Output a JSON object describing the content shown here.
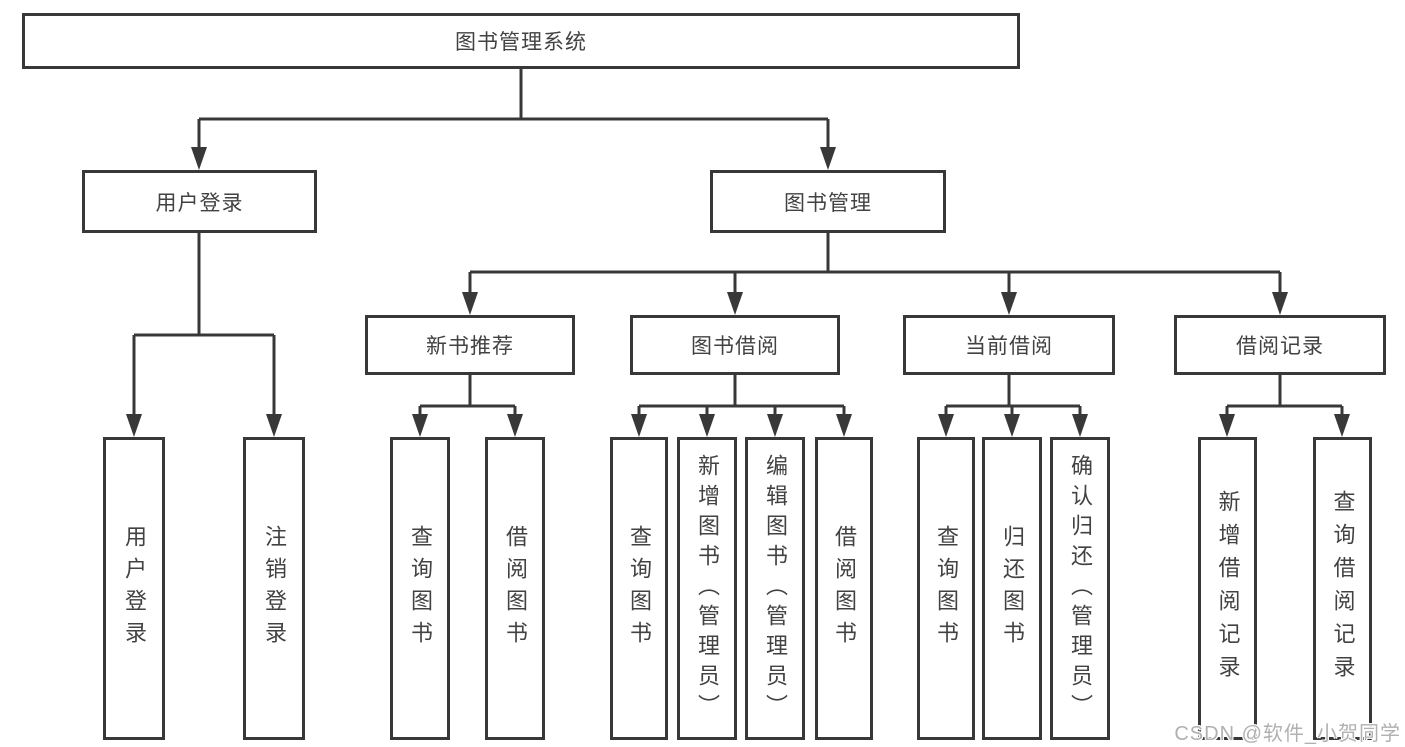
{
  "colors": {
    "line": "#383838",
    "text": "#424242",
    "watermark": "#b0b0b0",
    "background": "#ffffff"
  },
  "tree": {
    "label": "图书管理系统",
    "children": [
      {
        "label": "用户登录",
        "children": [
          {
            "label": "用户登录"
          },
          {
            "label": "注销登录"
          }
        ]
      },
      {
        "label": "图书管理",
        "children": [
          {
            "label": "新书推荐",
            "children": [
              {
                "label": "查询图书"
              },
              {
                "label": "借阅图书"
              }
            ]
          },
          {
            "label": "图书借阅",
            "children": [
              {
                "label": "查询图书"
              },
              {
                "label": "新增图书（管理员）"
              },
              {
                "label": "编辑图书（管理员）"
              },
              {
                "label": "借阅图书"
              }
            ]
          },
          {
            "label": "当前借阅",
            "children": [
              {
                "label": "查询图书"
              },
              {
                "label": "归还图书"
              },
              {
                "label": "确认归还（管理员）"
              }
            ]
          },
          {
            "label": "借阅记录",
            "children": [
              {
                "label": "新增借阅记录"
              },
              {
                "label": "查询借阅记录"
              }
            ]
          }
        ]
      }
    ]
  },
  "watermark": {
    "text": "CSDN @软件_小贺同学"
  }
}
